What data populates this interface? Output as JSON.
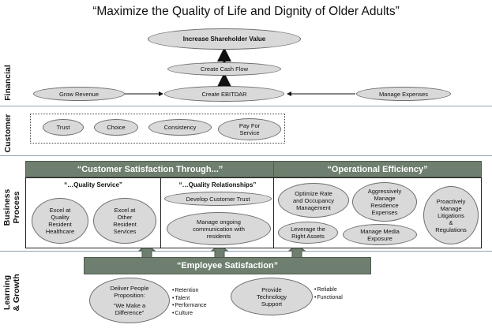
{
  "title": "“Maximize the Quality of Life and Dignity of Older Adults”",
  "sections": {
    "financial": "Financial",
    "customer": "Customer",
    "business": [
      "Business",
      "Process"
    ],
    "learning": [
      "Learning",
      "& Growth"
    ]
  },
  "financial": {
    "shareholder": "Increase Shareholder Value",
    "cash_flow": "Create Cash Flow",
    "ebitdar": "Create EBITDAR",
    "grow_revenue": "Grow Revenue",
    "manage_expenses": "Manage Expenses"
  },
  "customer": {
    "items": [
      "Trust",
      "Choice",
      "Consistency",
      [
        "Pay For",
        "Service"
      ]
    ]
  },
  "business": {
    "satisfaction_header": "“Customer Satisfaction Through...”",
    "efficiency_header": "“Operational Efficiency”",
    "quality_service": {
      "heading": "“…Quality Service”",
      "items": [
        [
          "Excel at",
          "Quality",
          "Resident",
          "Healthcare"
        ],
        [
          "Excel at",
          "Other",
          "Resident",
          "Services"
        ]
      ]
    },
    "quality_relationships": {
      "heading": "“…Quality Relationships”",
      "items": [
        [
          "Develop Customer Trust"
        ],
        [
          "Manage ongoing",
          "communication with",
          "residents"
        ]
      ]
    },
    "efficiency_items": {
      "optimize": [
        "Optimize Rate",
        "and Occupancy",
        "Management"
      ],
      "aggressively": [
        "Aggressively",
        "Manage",
        "Residence",
        "Expenses"
      ],
      "proactively": [
        "Proactively",
        "Manage",
        "Litigations",
        "&",
        "Regulations"
      ],
      "leverage": [
        "Leverage the",
        "Right Assets"
      ],
      "media": [
        "Manage Media",
        "Exposure"
      ]
    }
  },
  "learning": {
    "employee_bar": "“Employee Satisfaction”",
    "people": [
      "Deliver People",
      "Proposition:",
      "",
      "“We Make a",
      "Difference”"
    ],
    "people_bullets": [
      "Retention",
      "Talent",
      "Performance",
      "Culture"
    ],
    "technology": [
      "Provide",
      "Technology",
      "Support"
    ],
    "tech_bullets": [
      "Reliable",
      "Functional"
    ]
  },
  "colors": {
    "oval_fill": "#d9d9d9",
    "bar_fill": "#6f7f6f",
    "divider": "#8ba3b8"
  }
}
